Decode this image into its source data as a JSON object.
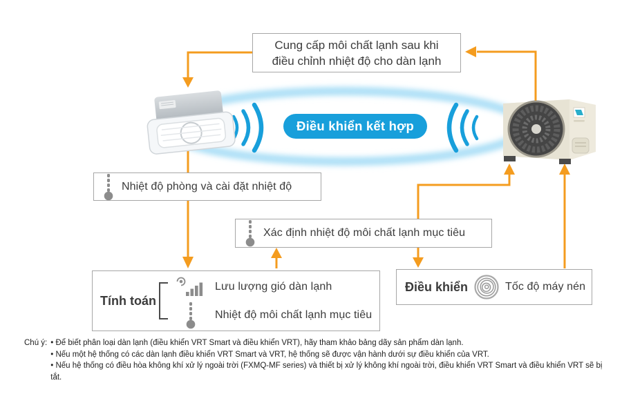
{
  "header_box": {
    "line1": "Cung cấp môi chất lạnh sau khi",
    "line2": "điều chỉnh nhiệt độ cho dàn lạnh"
  },
  "center": {
    "label": "Điều khiển kết hợp"
  },
  "boxes": {
    "room_temp": {
      "text": "Nhiệt độ phòng và cài đặt nhiệt độ"
    },
    "target_temp": {
      "text": "Xác định nhiệt độ môi chất lạnh mục tiêu"
    },
    "calc": {
      "title": "Tính toán",
      "item_airflow": "Lưu lượng gió dàn lạnh",
      "item_temp": "Nhiệt độ môi chất lạnh mục tiêu"
    },
    "control": {
      "title": "Điều khiển",
      "item": "Tốc độ máy nén"
    }
  },
  "notes": {
    "label": "Chú ý:",
    "items": [
      "• Để biết phân loại dàn lạnh (điều khiển VRT Smart và điều khiển VRT), hãy tham khảo bảng dãy sản phẩm dàn lạnh.",
      "• Nếu một hệ thống có các dàn lạnh điều khiển VRT Smart và VRT, hệ thống sẽ được vận hành dưới sự điều khiển của VRT.",
      "• Nếu hệ thống có điều hòa không khí xử lý ngoài trời (FXMQ-MF series)  và thiết bị xử lý không khí ngoài trời, điều khiển VRT Smart và điều khiển VRT sẽ bị tắt."
    ]
  },
  "icons": {
    "thermometer": "dashed-stem thermometer with bulb",
    "fan_airflow": "fan with rising bars",
    "compressor": "spiral (scroll compressor)",
    "signal_waves_left": ")))",
    "signal_waves_right": "((("
  },
  "devices": {
    "indoor_unit": "ceiling cassette indoor unit",
    "outdoor_unit": "outdoor condenser unit"
  },
  "colors": {
    "accent_orange": "#F49C1F",
    "accent_blue": "#189FDB",
    "ellipse_blue": "#A6DCF5",
    "box_border": "#A6A6A6",
    "icon_gray": "#8C8C8C"
  }
}
